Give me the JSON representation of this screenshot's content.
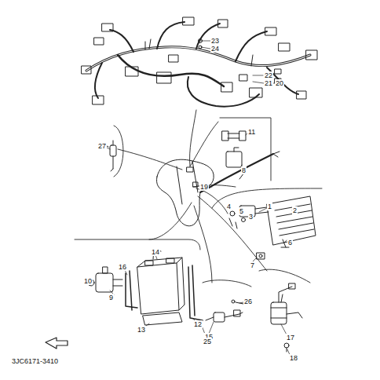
{
  "diagram": {
    "labels": [
      "23",
      "24",
      "22",
      "21",
      "20",
      "27",
      "11",
      "8",
      "19",
      "4",
      "5",
      "3",
      "1",
      "2",
      "6",
      "7",
      "14",
      "16",
      "10",
      "9",
      "13",
      "12",
      "15",
      "26",
      "25",
      "17",
      "18",
      "3JC6171-3410"
    ]
  }
}
